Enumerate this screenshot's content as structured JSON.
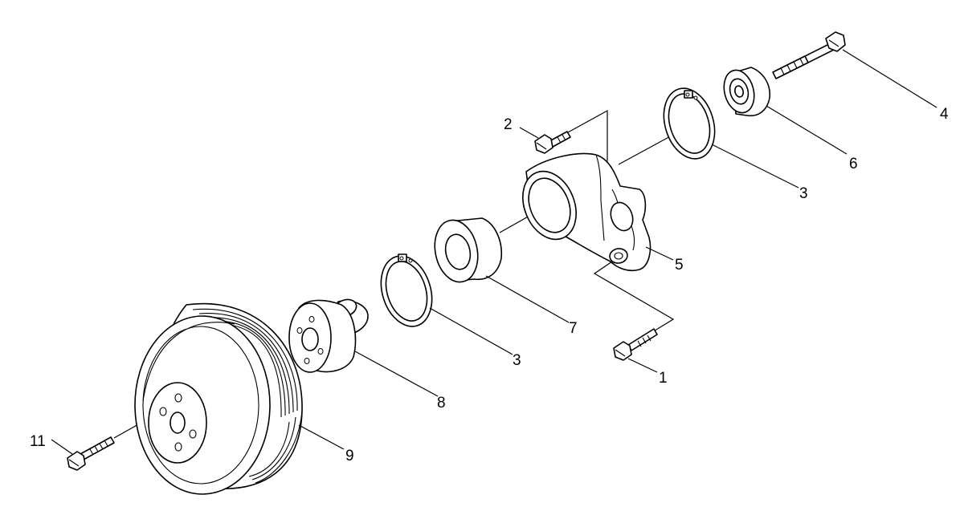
{
  "callouts": {
    "c1": "1",
    "c2": "2",
    "c3a": "3",
    "c3b": "3",
    "c4": "4",
    "c5": "5",
    "c6": "6",
    "c7": "7",
    "c8": "8",
    "c9": "9",
    "c11": "11"
  }
}
